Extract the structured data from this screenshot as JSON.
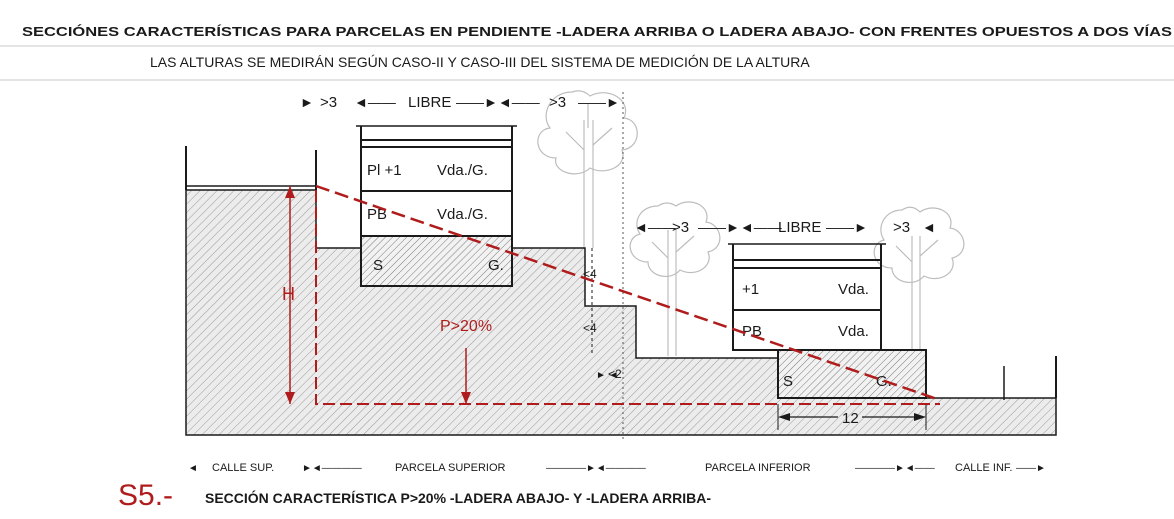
{
  "header": {
    "title": "SECCIÓNES CARACTERÍSTICAS PARA PARCELAS EN PENDIENTE -LADERA ARRIBA O LADERA ABAJO- CON FRENTES OPUESTOS A DOS VÍAS",
    "subtitle": "LAS ALTURAS SE MEDIRÁN SEGÚN CASO-II Y CASO-III  DEL SISTEMA DE MEDICIÓN DE LA ALTURA"
  },
  "upper_building": {
    "setback_left": ">3",
    "free_label": "LIBRE",
    "setback_right": ">3",
    "floor_top": {
      "level": "Pl +1",
      "use": "Vda./G."
    },
    "floor_ground": {
      "level": "PB",
      "use": "Vda./G."
    },
    "floor_basement": {
      "level": "S",
      "use": "G."
    }
  },
  "lower_building": {
    "setback_left": ">3",
    "free_label": "LIBRE",
    "setback_right": ">3",
    "floor_top": {
      "level": "+1",
      "use": "Vda."
    },
    "floor_ground": {
      "level": "PB",
      "use": "Vda."
    },
    "floor_basement": {
      "level": "S",
      "use": "G."
    },
    "width_dimension": "12"
  },
  "terrain": {
    "height_label": "H",
    "slope_label": "P>20%",
    "step_height_1": "<4",
    "step_height_2": "<4",
    "step_width": "<2"
  },
  "zones": {
    "upper_street": "CALLE SUP.",
    "upper_plot": "PARCELA SUPERIOR",
    "lower_plot": "PARCELA INFERIOR",
    "lower_street": "CALLE INF."
  },
  "footer": {
    "code": "S5.-",
    "caption": "SECCIÓN CARACTERÍSTICA  P>20% -LADERA ABAJO- Y -LADERA ARRIBA-"
  },
  "colors": {
    "accent_red": "#b01c1c",
    "line": "#1a1a1a",
    "ground_fill": "#e8e8e8"
  }
}
